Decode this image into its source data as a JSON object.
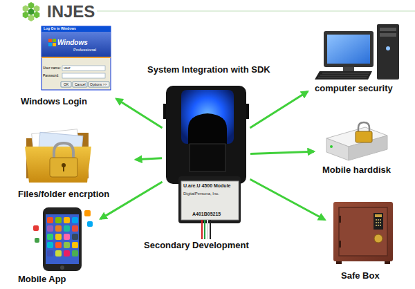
{
  "diagram": {
    "nodes": [
      {
        "text": [
          "U.are.U 4500 Module",
          "DigitalPersona, Inc.",
          "A401B05215"
        ]
      },
      {
        "text": [
          "Windows Login"
        ]
      },
      {
        "text": [
          "Files/folder encrption"
        ]
      },
      {
        "text": [
          "Mobile App"
        ]
      },
      {
        "text": [
          "computer security"
        ]
      },
      {
        "text": [
          "Mobile harddisk"
        ]
      },
      {
        "text": [
          "Safe Box"
        ]
      }
    ],
    "edges": [
      {
        "from": 0,
        "to": 1,
        "arrow": "to"
      },
      {
        "from": 0,
        "to": 2,
        "arrow": "to"
      },
      {
        "from": 0,
        "to": 3,
        "arrow": "to"
      },
      {
        "from": 0,
        "to": 4,
        "arrow": "to"
      },
      {
        "from": 0,
        "to": 5,
        "arrow": "to"
      },
      {
        "from": 0,
        "to": 6,
        "arrow": "to"
      }
    ],
    "labels": [
      "INJES",
      "System Integration with SDK",
      "Secondary Development",
      "Log On to Windows",
      "Windows",
      "Professional",
      "User name:",
      "user",
      "Password:",
      "OK",
      "Cancel",
      "Options >>"
    ]
  }
}
